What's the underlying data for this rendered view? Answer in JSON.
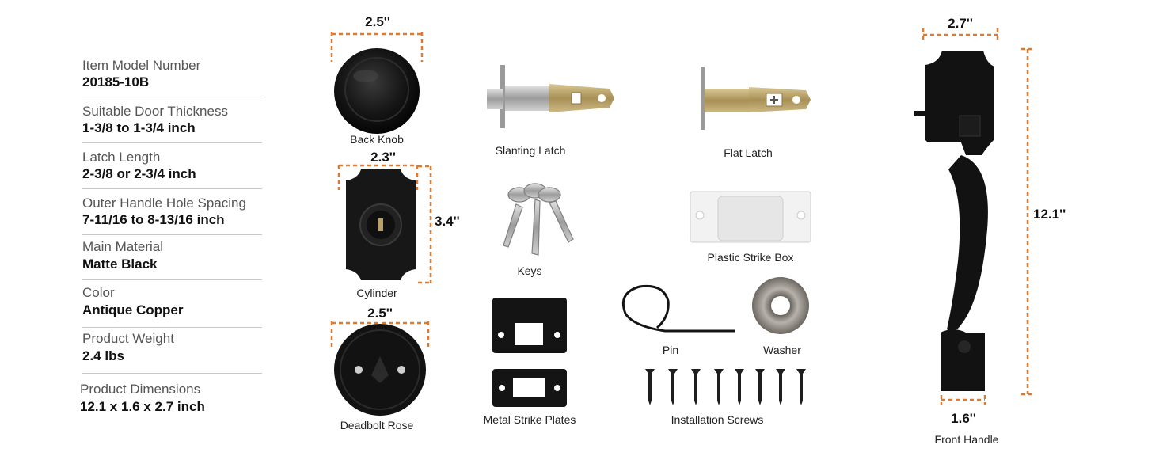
{
  "specs": [
    {
      "label": "Item Model Number",
      "value": "20185-10B"
    },
    {
      "label": "Suitable Door Thickness",
      "value": "1-3/8 to 1-3/4 inch"
    },
    {
      "label": "Latch Length",
      "value": "2-3/8 or 2-3/4 inch"
    },
    {
      "label": "Outer Handle Hole Spacing",
      "value": "7-11/16 to 8-13/16 inch"
    },
    {
      "label": "Main Material",
      "value": "Matte Black"
    },
    {
      "label": "Color",
      "value": "Antique Copper"
    },
    {
      "label": "Product Weight",
      "value": "2.4 lbs"
    },
    {
      "label": "Product Dimensions",
      "value": "12.1 x 1.6 x 2.7 inch"
    }
  ],
  "parts": {
    "back_knob": "Back Knob",
    "cylinder": "Cylinder",
    "deadbolt_rose": "Deadbolt Rose",
    "slanting_latch": "Slanting Latch",
    "keys": "Keys",
    "metal_strike_plates": "Metal Strike Plates",
    "flat_latch": "Flat Latch",
    "plastic_strike_box": "Plastic Strike Box",
    "pin": "Pin",
    "washer": "Washer",
    "installation_screws": "Installation Screws",
    "front_handle": "Front Handle"
  },
  "dimensions": {
    "back_knob_width": "2.5''",
    "cylinder_width": "2.3''",
    "cylinder_height": "3.4''",
    "rose_width": "2.5''",
    "handle_width": "2.7''",
    "handle_height": "12.1''",
    "handle_depth": "1.6''"
  },
  "colors": {
    "dimension_line": "#e07a2e",
    "hardware_black": "#141414",
    "brass": "#b9a26a",
    "nickel": "#9a9a9a"
  },
  "icons": [
    "back-knob-image",
    "cylinder-image",
    "deadbolt-rose-image",
    "slanting-latch-image",
    "keys-image",
    "metal-strike-plates-image",
    "flat-latch-image",
    "plastic-strike-box-image",
    "pin-image",
    "washer-image",
    "installation-screws-image",
    "front-handle-image"
  ]
}
